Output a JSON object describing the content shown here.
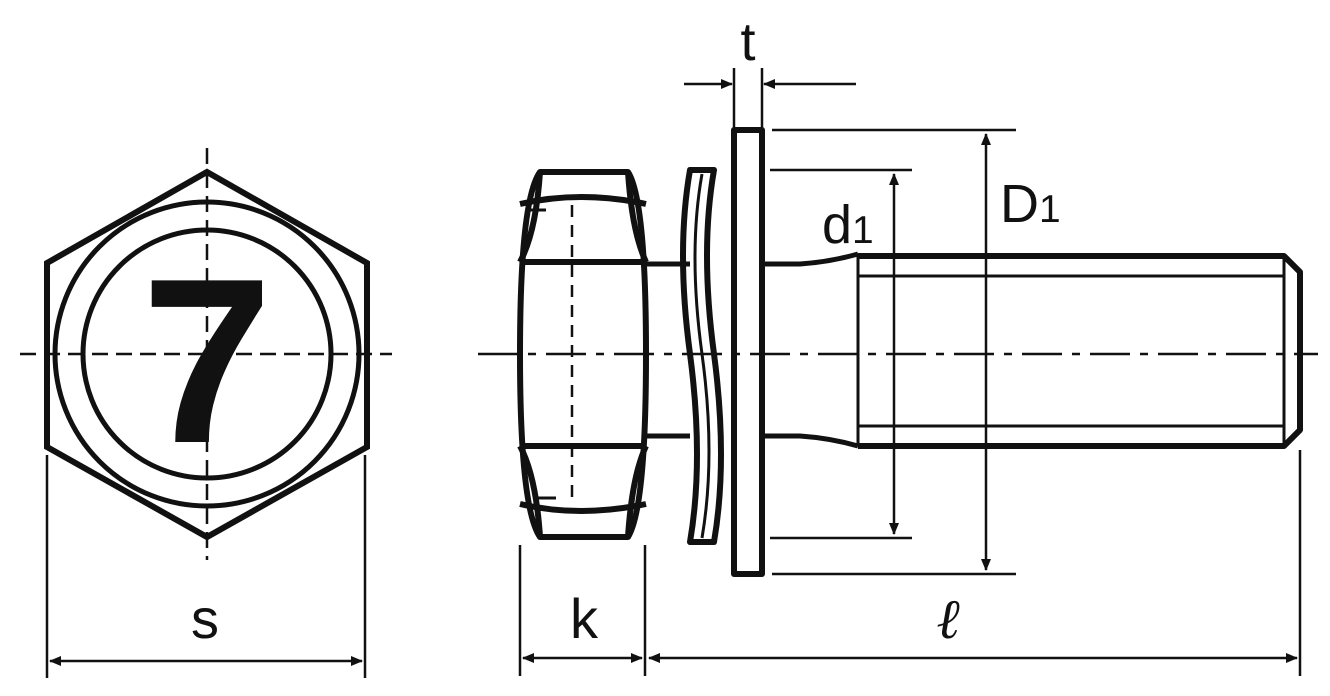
{
  "head_marking": "7",
  "dimensions": {
    "s": "s",
    "k": "k",
    "t": "t",
    "d1": "d",
    "d1_sub": "1",
    "D1": "D",
    "D1_sub": "1",
    "length": "ℓ"
  },
  "colors": {
    "line": "#111111",
    "background": "#ffffff"
  }
}
